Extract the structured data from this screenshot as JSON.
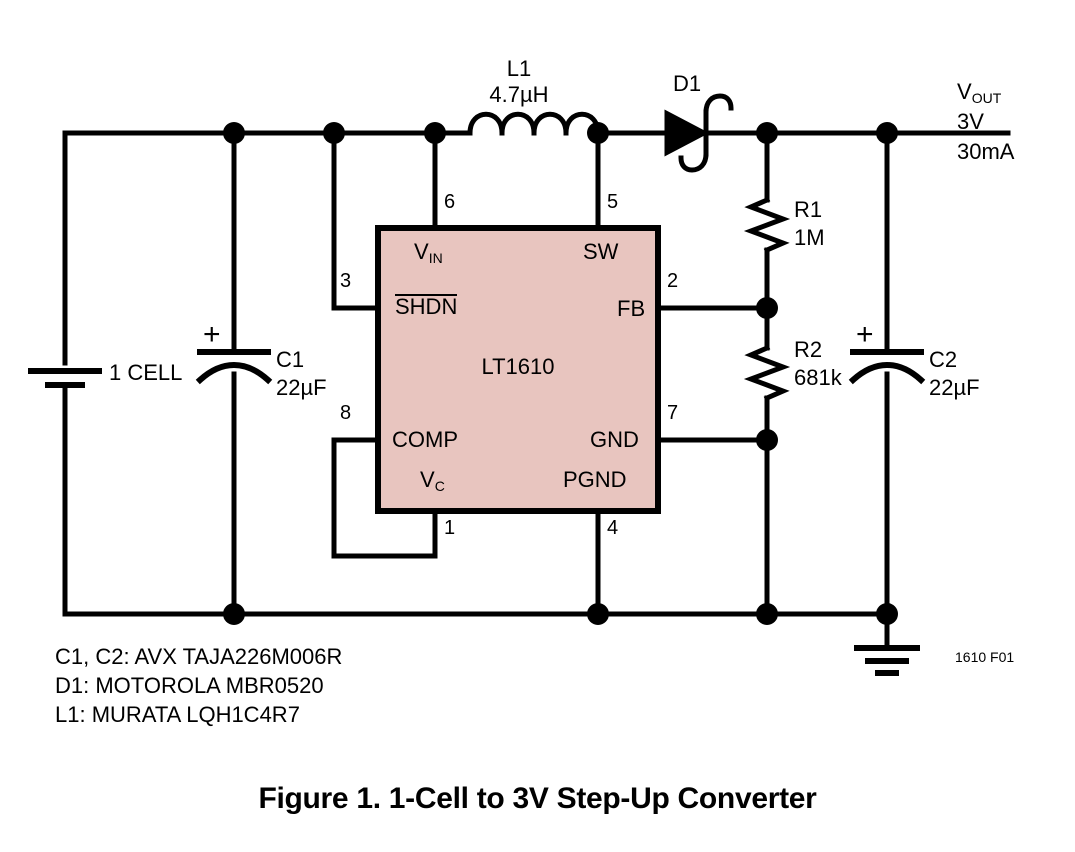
{
  "figure": {
    "caption": "Figure 1. 1-Cell to 3V Step-Up Converter",
    "id_tag": "1610 F01"
  },
  "ic": {
    "part_number": "LT1610",
    "fill_color": "#e8c5bf",
    "stroke_color": "#000000",
    "pins": [
      {
        "number": "1",
        "name": "V",
        "name_sub": "C",
        "side": "bottom"
      },
      {
        "number": "2",
        "name": "FB",
        "side": "right"
      },
      {
        "number": "3",
        "name": "SHDN",
        "overline": true,
        "side": "left"
      },
      {
        "number": "4",
        "name": "PGND",
        "side": "bottom"
      },
      {
        "number": "5",
        "name": "SW",
        "side": "top"
      },
      {
        "number": "6",
        "name": "V",
        "name_sub": "IN",
        "side": "top"
      },
      {
        "number": "7",
        "name": "GND",
        "side": "right"
      },
      {
        "number": "8",
        "name": "COMP",
        "side": "left"
      }
    ],
    "labels": {
      "vin": "V",
      "vin_sub": "IN",
      "shdn": "SHDN",
      "comp": "COMP",
      "vc": "V",
      "vc_sub": "C",
      "sw": "SW",
      "fb": "FB",
      "gnd": "GND",
      "pgnd": "PGND"
    },
    "pin_numbers": {
      "p1": "1",
      "p2": "2",
      "p3": "3",
      "p4": "4",
      "p5": "5",
      "p6": "6",
      "p7": "7",
      "p8": "8"
    }
  },
  "components": {
    "battery": {
      "label": "1 CELL",
      "type": "battery"
    },
    "c1": {
      "ref": "C1",
      "value": "22µF",
      "polarity": "+",
      "type": "polarized-capacitor"
    },
    "c2": {
      "ref": "C2",
      "value": "22µF",
      "polarity": "+",
      "type": "polarized-capacitor"
    },
    "l1": {
      "ref": "L1",
      "value": "4.7µH",
      "type": "inductor"
    },
    "d1": {
      "ref": "D1",
      "type": "schottky-diode"
    },
    "r1": {
      "ref": "R1",
      "value": "1M",
      "type": "resistor"
    },
    "r2": {
      "ref": "R2",
      "value": "681k",
      "type": "resistor"
    }
  },
  "output": {
    "name": "V",
    "name_sub": "OUT",
    "voltage": "3V",
    "current": "30mA"
  },
  "notes": [
    "C1, C2: AVX TAJA226M006R",
    "D1: MOTOROLA MBR0520",
    "L1: MURATA LQH1C4R7"
  ]
}
